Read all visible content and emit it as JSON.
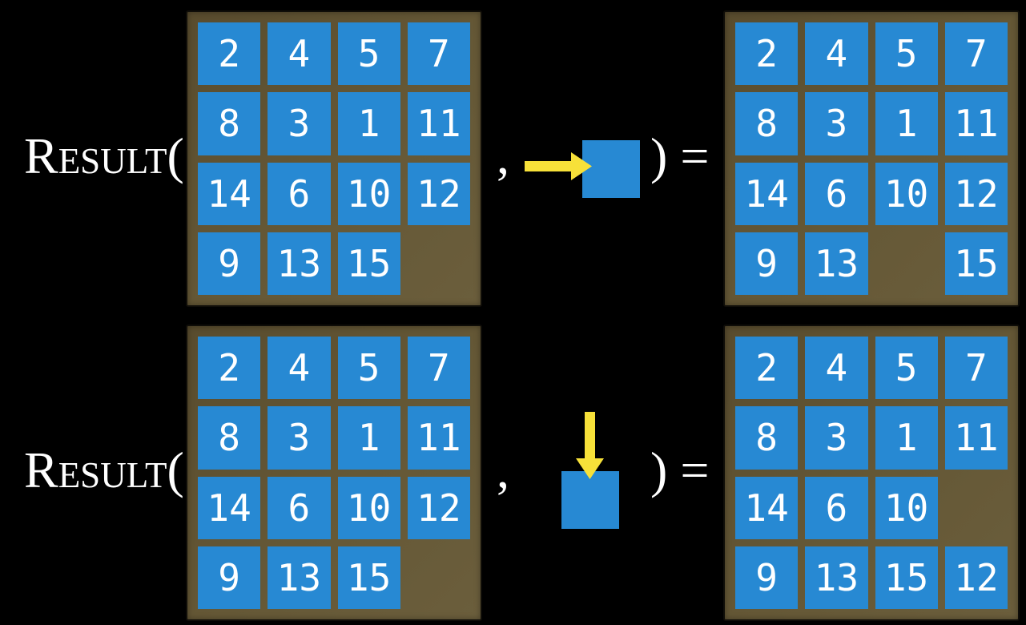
{
  "figure": {
    "description_colors": {
      "background": "#000000",
      "board_brown_dark": "#594c2e",
      "board_brown_light": "#6b5e3c",
      "board_border": "#0f0d08",
      "tile_blue": "#2789d3",
      "arrow_yellow": "#f7e139",
      "text_white": "#ffffff"
    },
    "rows": [
      {
        "label": "Result(",
        "comma": ",",
        "action": {
          "direction": "right",
          "icon": "right-arrow-into-tile"
        },
        "close_paren_equals": ") =",
        "input_board": {
          "cells": [
            2,
            4,
            5,
            7,
            8,
            3,
            1,
            11,
            14,
            6,
            10,
            12,
            9,
            13,
            15,
            null
          ]
        },
        "output_board": {
          "cells": [
            2,
            4,
            5,
            7,
            8,
            3,
            1,
            11,
            14,
            6,
            10,
            12,
            9,
            13,
            null,
            15
          ]
        }
      },
      {
        "label": "Result(",
        "comma": ",",
        "action": {
          "direction": "down",
          "icon": "down-arrow-into-tile"
        },
        "close_paren_equals": ") =",
        "input_board": {
          "cells": [
            2,
            4,
            5,
            7,
            8,
            3,
            1,
            11,
            14,
            6,
            10,
            12,
            9,
            13,
            15,
            null
          ]
        },
        "output_board": {
          "cells": [
            2,
            4,
            5,
            7,
            8,
            3,
            1,
            11,
            14,
            6,
            10,
            null,
            9,
            13,
            15,
            12
          ]
        }
      }
    ]
  }
}
